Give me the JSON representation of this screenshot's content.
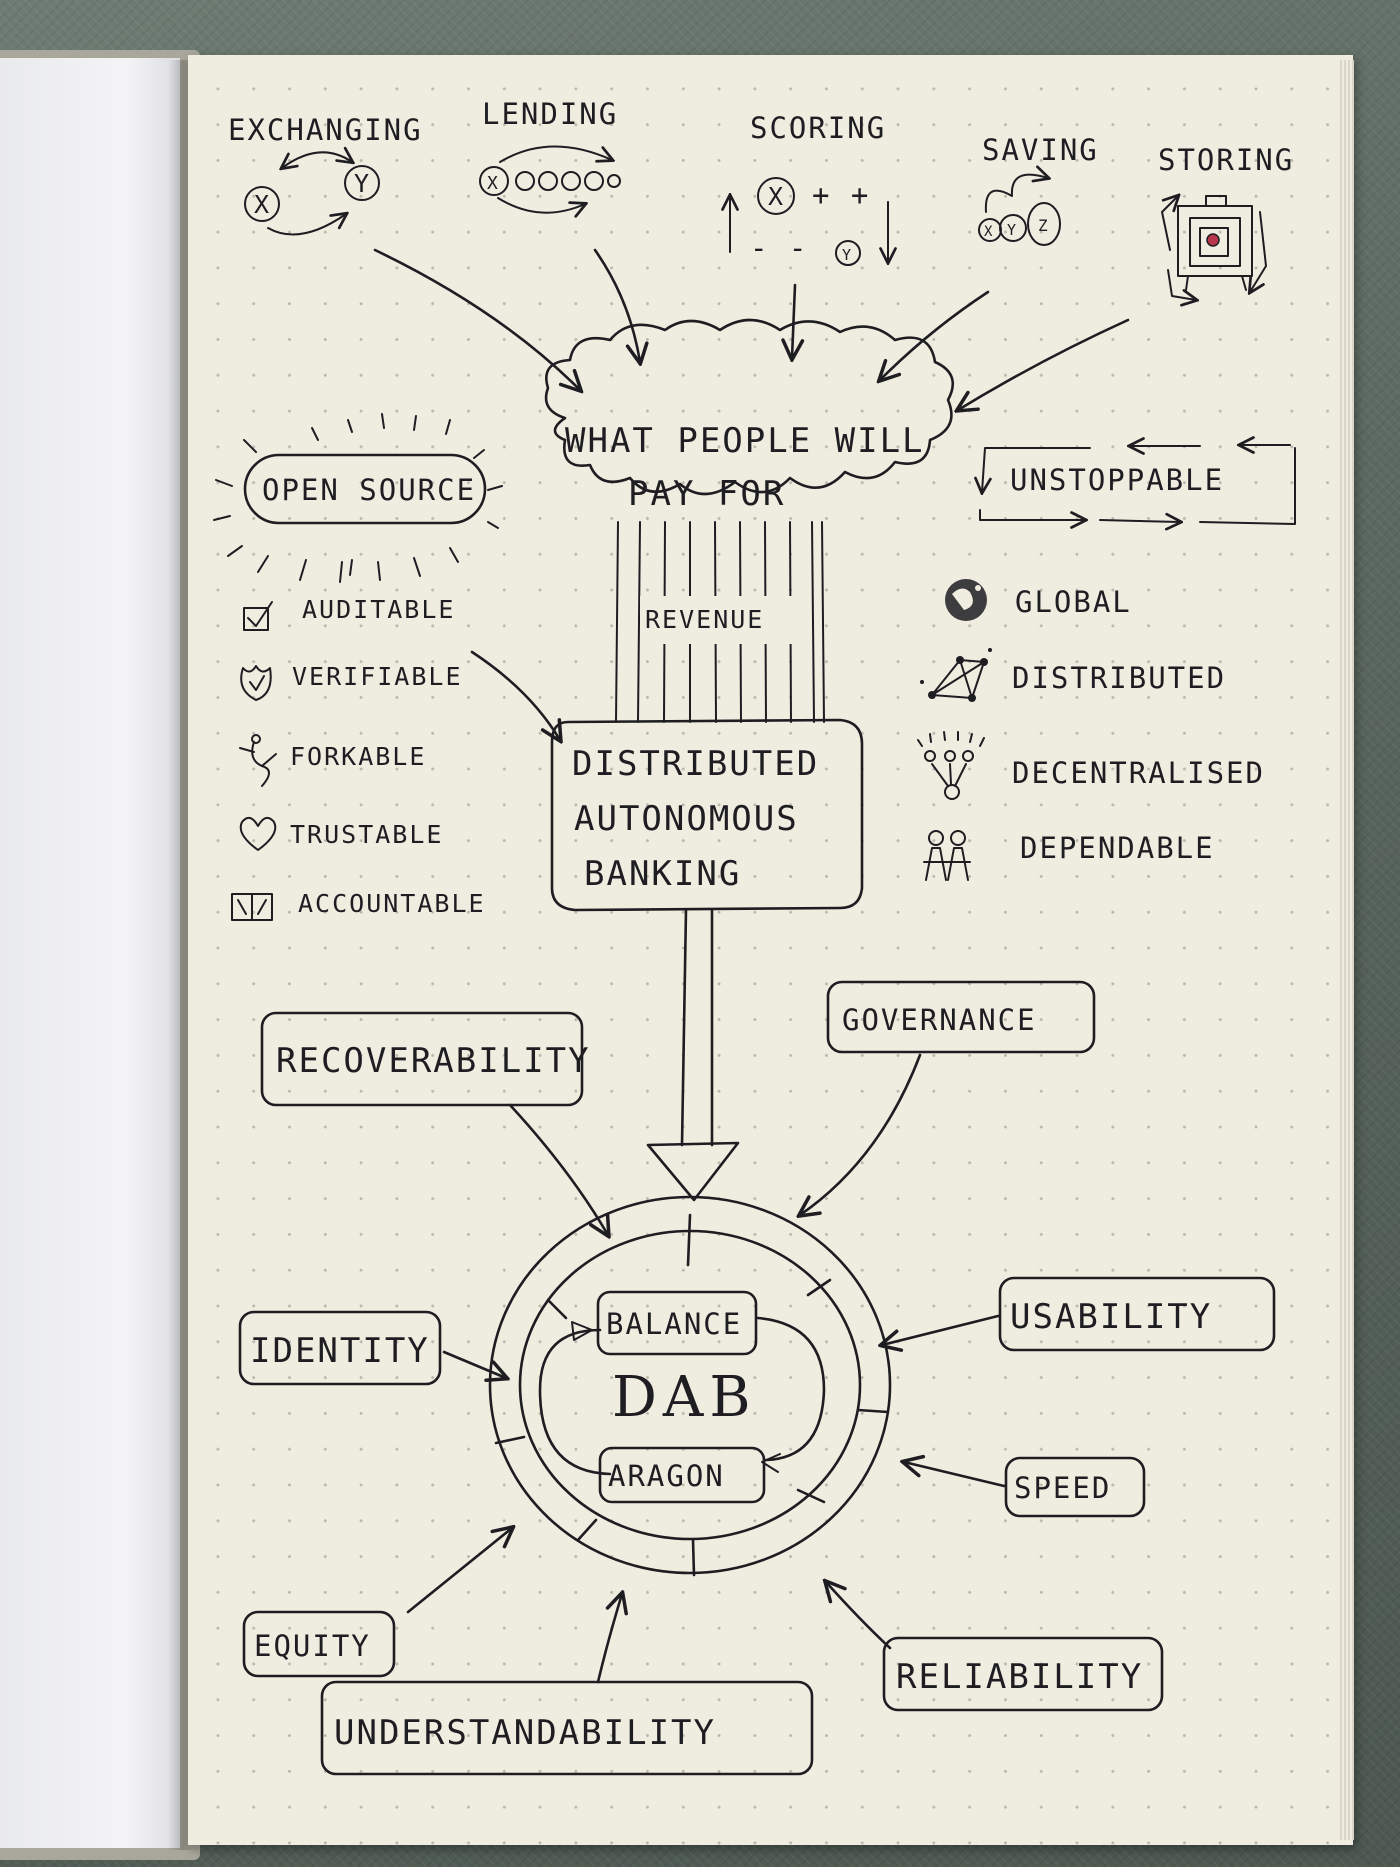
{
  "diagram": {
    "top_activities": [
      {
        "label": "EXCHANGING"
      },
      {
        "label": "LENDING"
      },
      {
        "label": "SCORING"
      },
      {
        "label": "SAVING"
      },
      {
        "label": "STORING"
      }
    ],
    "center_cloud": {
      "line1": "WHAT PEOPLE WILL",
      "line2": "PAY FOR"
    },
    "unstoppable": "UNSTOPPABLE",
    "open_source": "OPEN SOURCE",
    "revenue": "REVENUE",
    "left_properties": [
      "AUDITABLE",
      "VERIFIABLE",
      "FORKABLE",
      "TRUSTABLE",
      "ACCOUNTABLE"
    ],
    "right_properties": [
      "GLOBAL",
      "DISTRIBUTED",
      "DECENTRALISED",
      "DEPENDABLE"
    ],
    "dab_box": {
      "line1": "DISTRIBUTED",
      "line2": "AUTONOMOUS",
      "line3": "BANKING"
    },
    "inputs": {
      "recoverability": "RECOVERABILITY",
      "governance": "GOVERNANCE",
      "identity": "IDENTITY",
      "usability": "USABILITY",
      "speed": "SPEED",
      "equity": "EQUITY",
      "reliability": "RELIABILITY",
      "understandability": "UNDERSTANDABILITY"
    },
    "core": {
      "title": "DAB",
      "top": "BALANCE",
      "bottom": "ARAGON"
    },
    "symbols": {
      "x": "X",
      "y": "Y",
      "z": "Z",
      "plus": "+ +",
      "minus": "- -"
    }
  }
}
